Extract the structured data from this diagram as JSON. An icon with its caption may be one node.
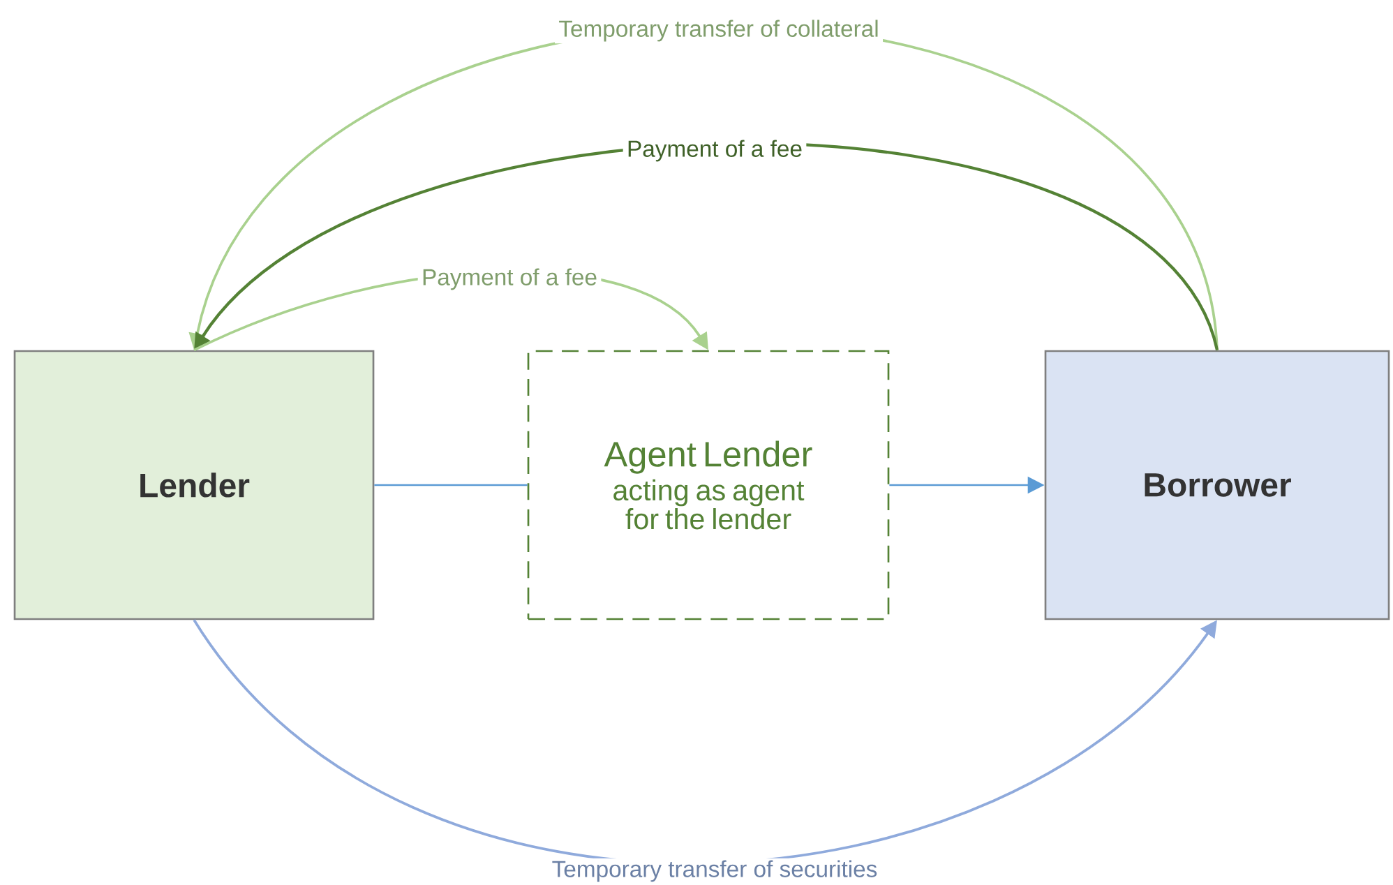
{
  "diagram": {
    "nodes": [
      {
        "text": [
          "Lender"
        ]
      },
      {
        "text": [
          "Agent Lender",
          "acting as agent for the lender"
        ]
      },
      {
        "text": [
          "Borrower"
        ]
      }
    ],
    "edges": [
      {
        "from": 2,
        "to": 0,
        "arrow": "to",
        "label": "Temporary transfer of collateral",
        "color": "#a9d18e"
      },
      {
        "from": 2,
        "to": 0,
        "arrow": "to",
        "label": "Payment of a fee",
        "color": "#548235"
      },
      {
        "from": 0,
        "to": 1,
        "arrow": "to",
        "label": "Payment of a fee",
        "color": "#a9d18e"
      },
      {
        "from": 0,
        "to": 1,
        "arrow": "none",
        "color": "#5b9bd5"
      },
      {
        "from": 1,
        "to": 2,
        "arrow": "to",
        "color": "#5b9bd5"
      },
      {
        "from": 0,
        "to": 2,
        "arrow": "to",
        "label": "Temporary transfer of securities",
        "color": "#8faadc"
      }
    ]
  }
}
